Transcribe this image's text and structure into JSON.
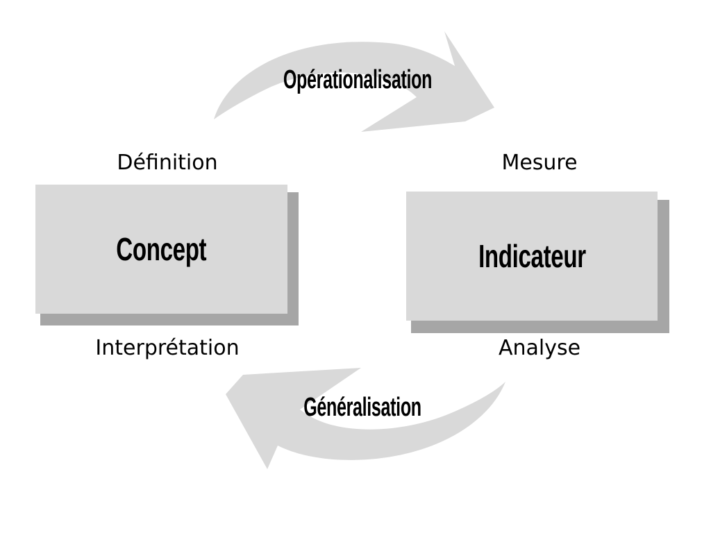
{
  "arrows": {
    "top": {
      "label": "Opérationalisation"
    },
    "bottom": {
      "label": "Généralisation"
    }
  },
  "concept": {
    "title": "Concept",
    "above_label": "Définition",
    "below_label": "Interprétation"
  },
  "indicator": {
    "title": "Indicateur",
    "above_label": "Mesure",
    "below_label": "Analyse"
  },
  "colors": {
    "box_fill": "#d9d9d9",
    "box_shadow": "#a6a6a6",
    "arrow_fill": "#d9d9d9",
    "text": "#000000",
    "background": "#ffffff"
  }
}
